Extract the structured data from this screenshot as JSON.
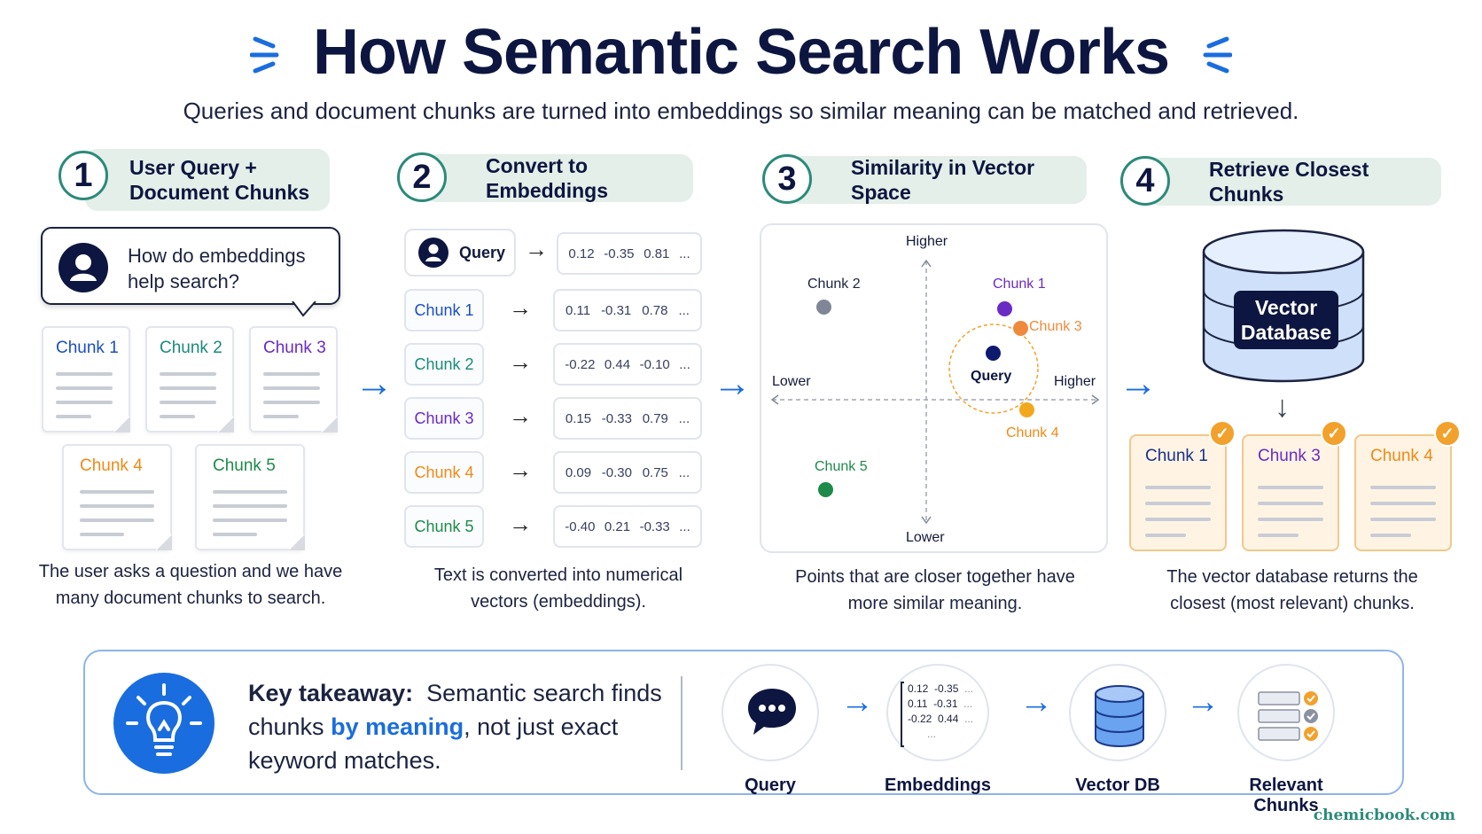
{
  "header": {
    "title": "How Semantic Search Works",
    "subtitle": "Queries and document chunks are turned into embeddings so similar meaning can be matched and retrieved."
  },
  "steps": [
    {
      "num": "1",
      "title_line1": "User Query +",
      "title_line2": "Document Chunks",
      "caption_line1": "The user asks a question and we have",
      "caption_line2": "many document chunks to search."
    },
    {
      "num": "2",
      "title": "Convert to Embeddings",
      "caption_line1": "Text is converted into numerical",
      "caption_line2": "vectors (embeddings)."
    },
    {
      "num": "3",
      "title": "Similarity in Vector Space",
      "caption_line1": "Points that are closer together have",
      "caption_line2": "more similar meaning."
    },
    {
      "num": "4",
      "title": "Retrieve Closest Chunks",
      "caption_line1": "The vector database returns the",
      "caption_line2": "closest (most relevant) chunks."
    }
  ],
  "query": {
    "line1": "How do embeddings",
    "line2": "help search?"
  },
  "chunks": [
    {
      "label": "Chunk 1",
      "color": "#1a4fc4"
    },
    {
      "label": "Chunk 2",
      "color": "#1a8a7a"
    },
    {
      "label": "Chunk 3",
      "color": "#6a2bc4"
    },
    {
      "label": "Chunk 4",
      "color": "#ef8a16"
    },
    {
      "label": "Chunk 5",
      "color": "#1e8a4a"
    }
  ],
  "embeddings": {
    "query_label": "Query",
    "rows": [
      {
        "label": "Query",
        "values": [
          "0.12",
          "-0.35",
          "0.81",
          "..."
        ]
      },
      {
        "label": "Chunk 1",
        "values": [
          "0.11",
          "-0.31",
          "0.78",
          "..."
        ]
      },
      {
        "label": "Chunk 2",
        "values": [
          "-0.22",
          "0.44",
          "-0.10",
          "..."
        ]
      },
      {
        "label": "Chunk 3",
        "values": [
          "0.15",
          "-0.33",
          "0.79",
          "..."
        ]
      },
      {
        "label": "Chunk 4",
        "values": [
          "0.09",
          "-0.30",
          "0.75",
          "..."
        ]
      },
      {
        "label": "Chunk 5",
        "values": [
          "-0.40",
          "0.21",
          "-0.33",
          "..."
        ]
      }
    ]
  },
  "vector_space": {
    "y_top": "Higher",
    "y_bottom": "Lower",
    "x_left": "Lower",
    "x_right": "Higher",
    "points": [
      {
        "label": "Chunk 2",
        "color": "#7f8796"
      },
      {
        "label": "Chunk 1",
        "color": "#6a2bc4"
      },
      {
        "label": "Chunk 3",
        "color": "#ef8a3c"
      },
      {
        "label": "Query",
        "color": "#0d1a6e"
      },
      {
        "label": "Chunk 4",
        "color": "#f2a81c"
      },
      {
        "label": "Chunk 5",
        "color": "#1e8a4a"
      }
    ]
  },
  "database": {
    "line1": "Vector",
    "line2": "Database"
  },
  "retrieved": [
    "Chunk 1",
    "Chunk 3",
    "Chunk 4"
  ],
  "takeaway": {
    "bold": "Key takeaway:",
    "text1": "Semantic search finds",
    "text2a": "chunks",
    "highlight": "by meaning",
    "text2b": ", not just exact",
    "text3": "keyword matches."
  },
  "flow": {
    "query": "Query",
    "embeddings": "Embeddings",
    "vector_db": "Vector DB",
    "relevant": "Relevant Chunks",
    "mini_vectors": [
      [
        "0.12",
        "-0.35",
        "..."
      ],
      [
        "0.11",
        "-0.31",
        "..."
      ],
      [
        "-0.22",
        "0.44",
        "..."
      ],
      [
        "...",
        "",
        ""
      ]
    ]
  },
  "watermark": "chemicbook.com",
  "colors": {
    "accent": "#1a6dde",
    "navy": "#0d1640",
    "teal": "#2c8a7a",
    "orange": "#f2a12c"
  }
}
